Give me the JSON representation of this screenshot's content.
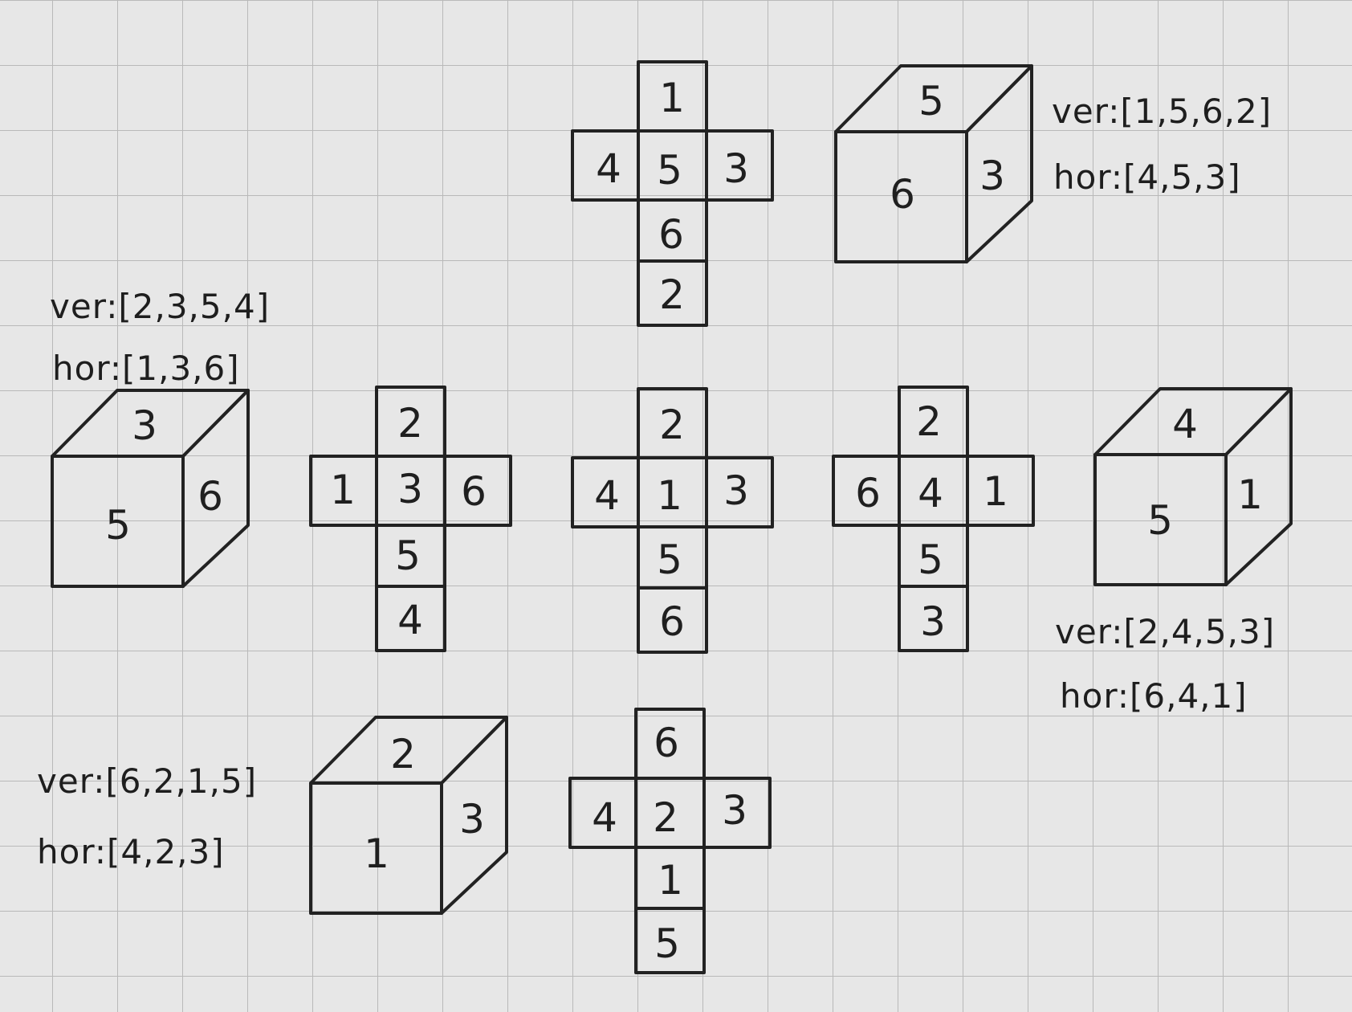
{
  "nets": [
    {
      "name": "net-1",
      "top": "1",
      "left": "4",
      "center": "5",
      "right": "3",
      "bottom1": "6",
      "bottom2": "2"
    },
    {
      "name": "net-2",
      "top": "2",
      "left": "1",
      "center": "3",
      "right": "6",
      "bottom1": "5",
      "bottom2": "4"
    },
    {
      "name": "net-3",
      "top": "2",
      "left": "4",
      "center": "1",
      "right": "3",
      "bottom1": "5",
      "bottom2": "6"
    },
    {
      "name": "net-4",
      "top": "2",
      "left": "6",
      "center": "4",
      "right": "1",
      "bottom1": "5",
      "bottom2": "3"
    },
    {
      "name": "net-5",
      "top": "6",
      "left": "4",
      "center": "2",
      "right": "3",
      "bottom1": "1",
      "bottom2": "5"
    }
  ],
  "cubes": [
    {
      "name": "cube-1",
      "top": "5",
      "front": "6",
      "side": "3"
    },
    {
      "name": "cube-2",
      "top": "3",
      "front": "5",
      "side": "6"
    },
    {
      "name": "cube-3",
      "top": "4",
      "front": "5",
      "side": "1"
    },
    {
      "name": "cube-4",
      "top": "2",
      "front": "1",
      "side": "3"
    }
  ],
  "notes": {
    "n1": {
      "ver": "ver:[1,5,6,2]",
      "hor": "hor:[4,5,3]"
    },
    "n2": {
      "ver": "ver:[2,3,5,4]",
      "hor": "hor:[1,3,6]"
    },
    "n3": {
      "ver": "ver:[2,4,5,3]",
      "hor": "hor:[6,4,1]"
    },
    "n4": {
      "ver": "ver:[6,2,1,5]",
      "hor": "hor:[4,2,3]"
    }
  }
}
